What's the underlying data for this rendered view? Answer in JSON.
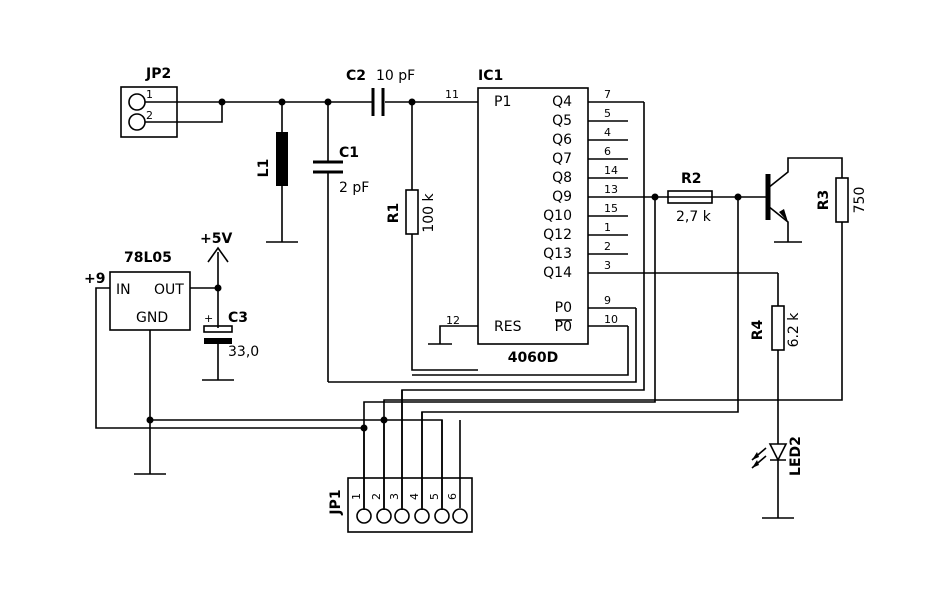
{
  "components": {
    "jp2": {
      "ref": "JP2",
      "pins": [
        "1",
        "2"
      ]
    },
    "l1": {
      "ref": "L1"
    },
    "c1": {
      "ref": "C1",
      "value": "2 pF"
    },
    "c2": {
      "ref": "C2",
      "value": "10 pF"
    },
    "r1": {
      "ref": "R1",
      "value": "100 k"
    },
    "ic1": {
      "ref": "IC1",
      "part": "4060D",
      "pins_left": [
        {
          "name": "P1",
          "num": "11"
        },
        {
          "name": "RES",
          "num": "12"
        }
      ],
      "pins_right": [
        {
          "name": "Q4",
          "num": "7"
        },
        {
          "name": "Q5",
          "num": "5"
        },
        {
          "name": "Q6",
          "num": "4"
        },
        {
          "name": "Q7",
          "num": "6"
        },
        {
          "name": "Q8",
          "num": "14"
        },
        {
          "name": "Q9",
          "num": "13"
        },
        {
          "name": "Q10",
          "num": "15"
        },
        {
          "name": "Q12",
          "num": "1"
        },
        {
          "name": "Q13",
          "num": "2"
        },
        {
          "name": "Q14",
          "num": "3"
        },
        {
          "name": "P0",
          "num": "9"
        },
        {
          "name": "P0",
          "num": "10"
        }
      ]
    },
    "reg": {
      "ref": "78L05",
      "in": "IN",
      "out": "OUT",
      "gnd": "GND"
    },
    "supply_in": "+9",
    "supply_out": "+5V",
    "c3": {
      "ref": "C3",
      "value": "33,0",
      "polarity": "+"
    },
    "r2": {
      "ref": "R2",
      "value": "2,7 k"
    },
    "r3": {
      "ref": "R3",
      "value": "750"
    },
    "r4": {
      "ref": "R4",
      "value": "6.2 k"
    },
    "led2": {
      "ref": "LED2"
    },
    "jp1": {
      "ref": "JP1",
      "pins": [
        "1",
        "2",
        "3",
        "4",
        "5",
        "6"
      ]
    }
  }
}
